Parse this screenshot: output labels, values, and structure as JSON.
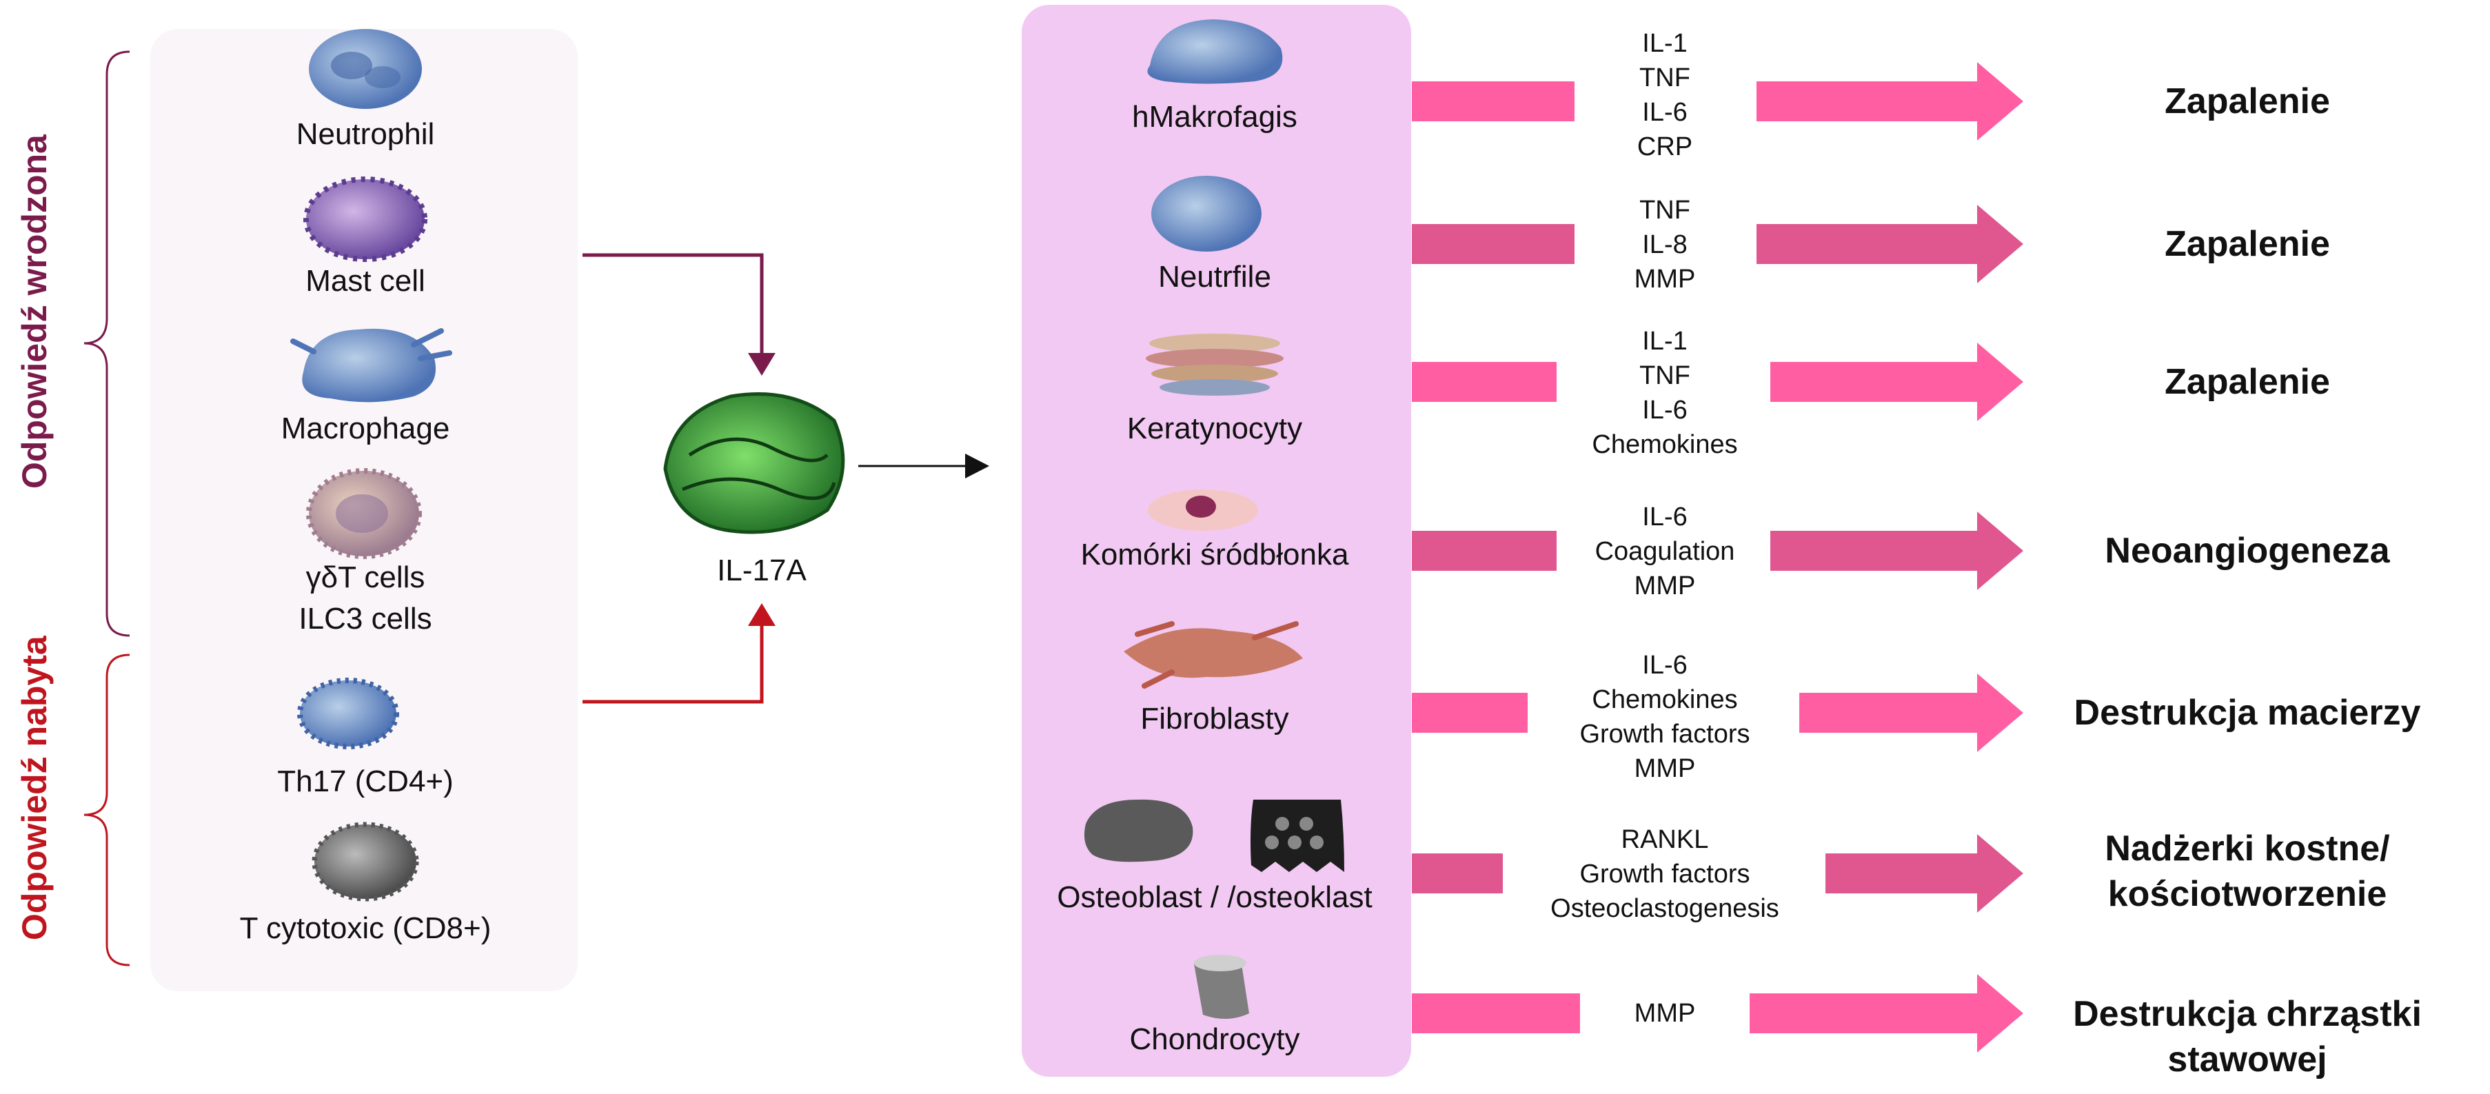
{
  "brackets": {
    "innate_label": "Odpowiedź wrodzona",
    "adaptive_label": "Odpowiedź nabyta",
    "innate_color": "#7a1b4b",
    "adaptive_color": "#c0151e"
  },
  "source_cells": [
    {
      "label": "Neutrophil",
      "icon": "neutrophil-icon"
    },
    {
      "label": "Mast cell",
      "icon": "mast-cell-icon"
    },
    {
      "label": "Macrophage",
      "icon": "macrophage-icon"
    },
    {
      "label": "γδT cells",
      "label2": "ILC3 cells",
      "icon": "gdt-cell-icon"
    },
    {
      "label": "Th17 (CD4+)",
      "icon": "th17-cell-icon"
    },
    {
      "label": "T cytotoxic (CD8+)",
      "icon": "t-cytotoxic-cell-icon"
    }
  ],
  "center": {
    "label": "IL-17A",
    "icon": "il17a-protein-icon"
  },
  "targets": [
    {
      "label": "hMakrofagis",
      "cytokines": [
        "IL-1",
        "TNF",
        "IL-6",
        "CRP"
      ],
      "outcome": [
        "Zapalenie"
      ]
    },
    {
      "label": "Neutrfile",
      "cytokines": [
        "TNF",
        "IL-8",
        "MMP"
      ],
      "outcome": [
        "Zapalenie"
      ]
    },
    {
      "label": "Keratynocyty",
      "cytokines": [
        "IL-1",
        "TNF",
        "IL-6",
        "Chemokines"
      ],
      "outcome": [
        "Zapalenie"
      ]
    },
    {
      "label": "Komórki śródbłonka",
      "cytokines": [
        "IL-6",
        "Coagulation",
        "MMP"
      ],
      "outcome": [
        "Neoangiogeneza"
      ]
    },
    {
      "label": "Fibroblasty",
      "cytokines": [
        "IL-6",
        "Chemokines",
        "Growth factors",
        "MMP"
      ],
      "outcome": [
        "Destrukcja macierzy"
      ]
    },
    {
      "label": "Osteoblast / /osteoklast",
      "cytokines": [
        "RANKL",
        "Growth factors",
        "Osteoclastogenesis"
      ],
      "outcome": [
        "Nadżerki kostne/",
        "kościotworzenie"
      ]
    },
    {
      "label": "Chondrocyty",
      "cytokines": [
        "MMP"
      ],
      "outcome": [
        "Destrukcja chrząstki",
        "stawowej"
      ]
    }
  ],
  "colors": {
    "arrow_pink": "#ff5fa2",
    "arrow_dark_pink": "#e0568f",
    "panel_pink": "#f2c9f2"
  }
}
